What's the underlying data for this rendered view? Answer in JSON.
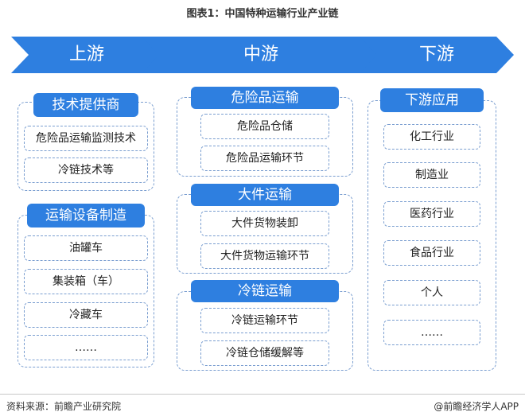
{
  "title": "图表1：中国特种运输行业产业链",
  "colors": {
    "arrow": "#2e7fe0",
    "header": "#2e7fe0",
    "dashed_border": "#7a9ed0"
  },
  "stages": [
    "上游",
    "中游",
    "下游"
  ],
  "upstream": {
    "groups": [
      {
        "header": "技术提供商",
        "items": [
          "危险品运输监测技术",
          "冷链技术等"
        ]
      },
      {
        "header": "运输设备制造",
        "items": [
          "油罐车",
          "集装箱（车）",
          "冷藏车",
          "……"
        ]
      }
    ]
  },
  "midstream": {
    "groups": [
      {
        "header": "危险品运输",
        "items": [
          "危险品仓储",
          "危险品运输环节"
        ]
      },
      {
        "header": "大件运输",
        "items": [
          "大件货物装卸",
          "大件货物运输环节"
        ]
      },
      {
        "header": "冷链运输",
        "items": [
          "冷链运输环节",
          "冷链仓储缓解等"
        ]
      }
    ]
  },
  "downstream": {
    "header": "下游应用",
    "items": [
      "化工行业",
      "制造业",
      "医药行业",
      "食品行业",
      "个人",
      "……"
    ]
  },
  "footer": {
    "source": "资料来源：前瞻产业研究院",
    "brand": "@前瞻经济学人APP"
  }
}
